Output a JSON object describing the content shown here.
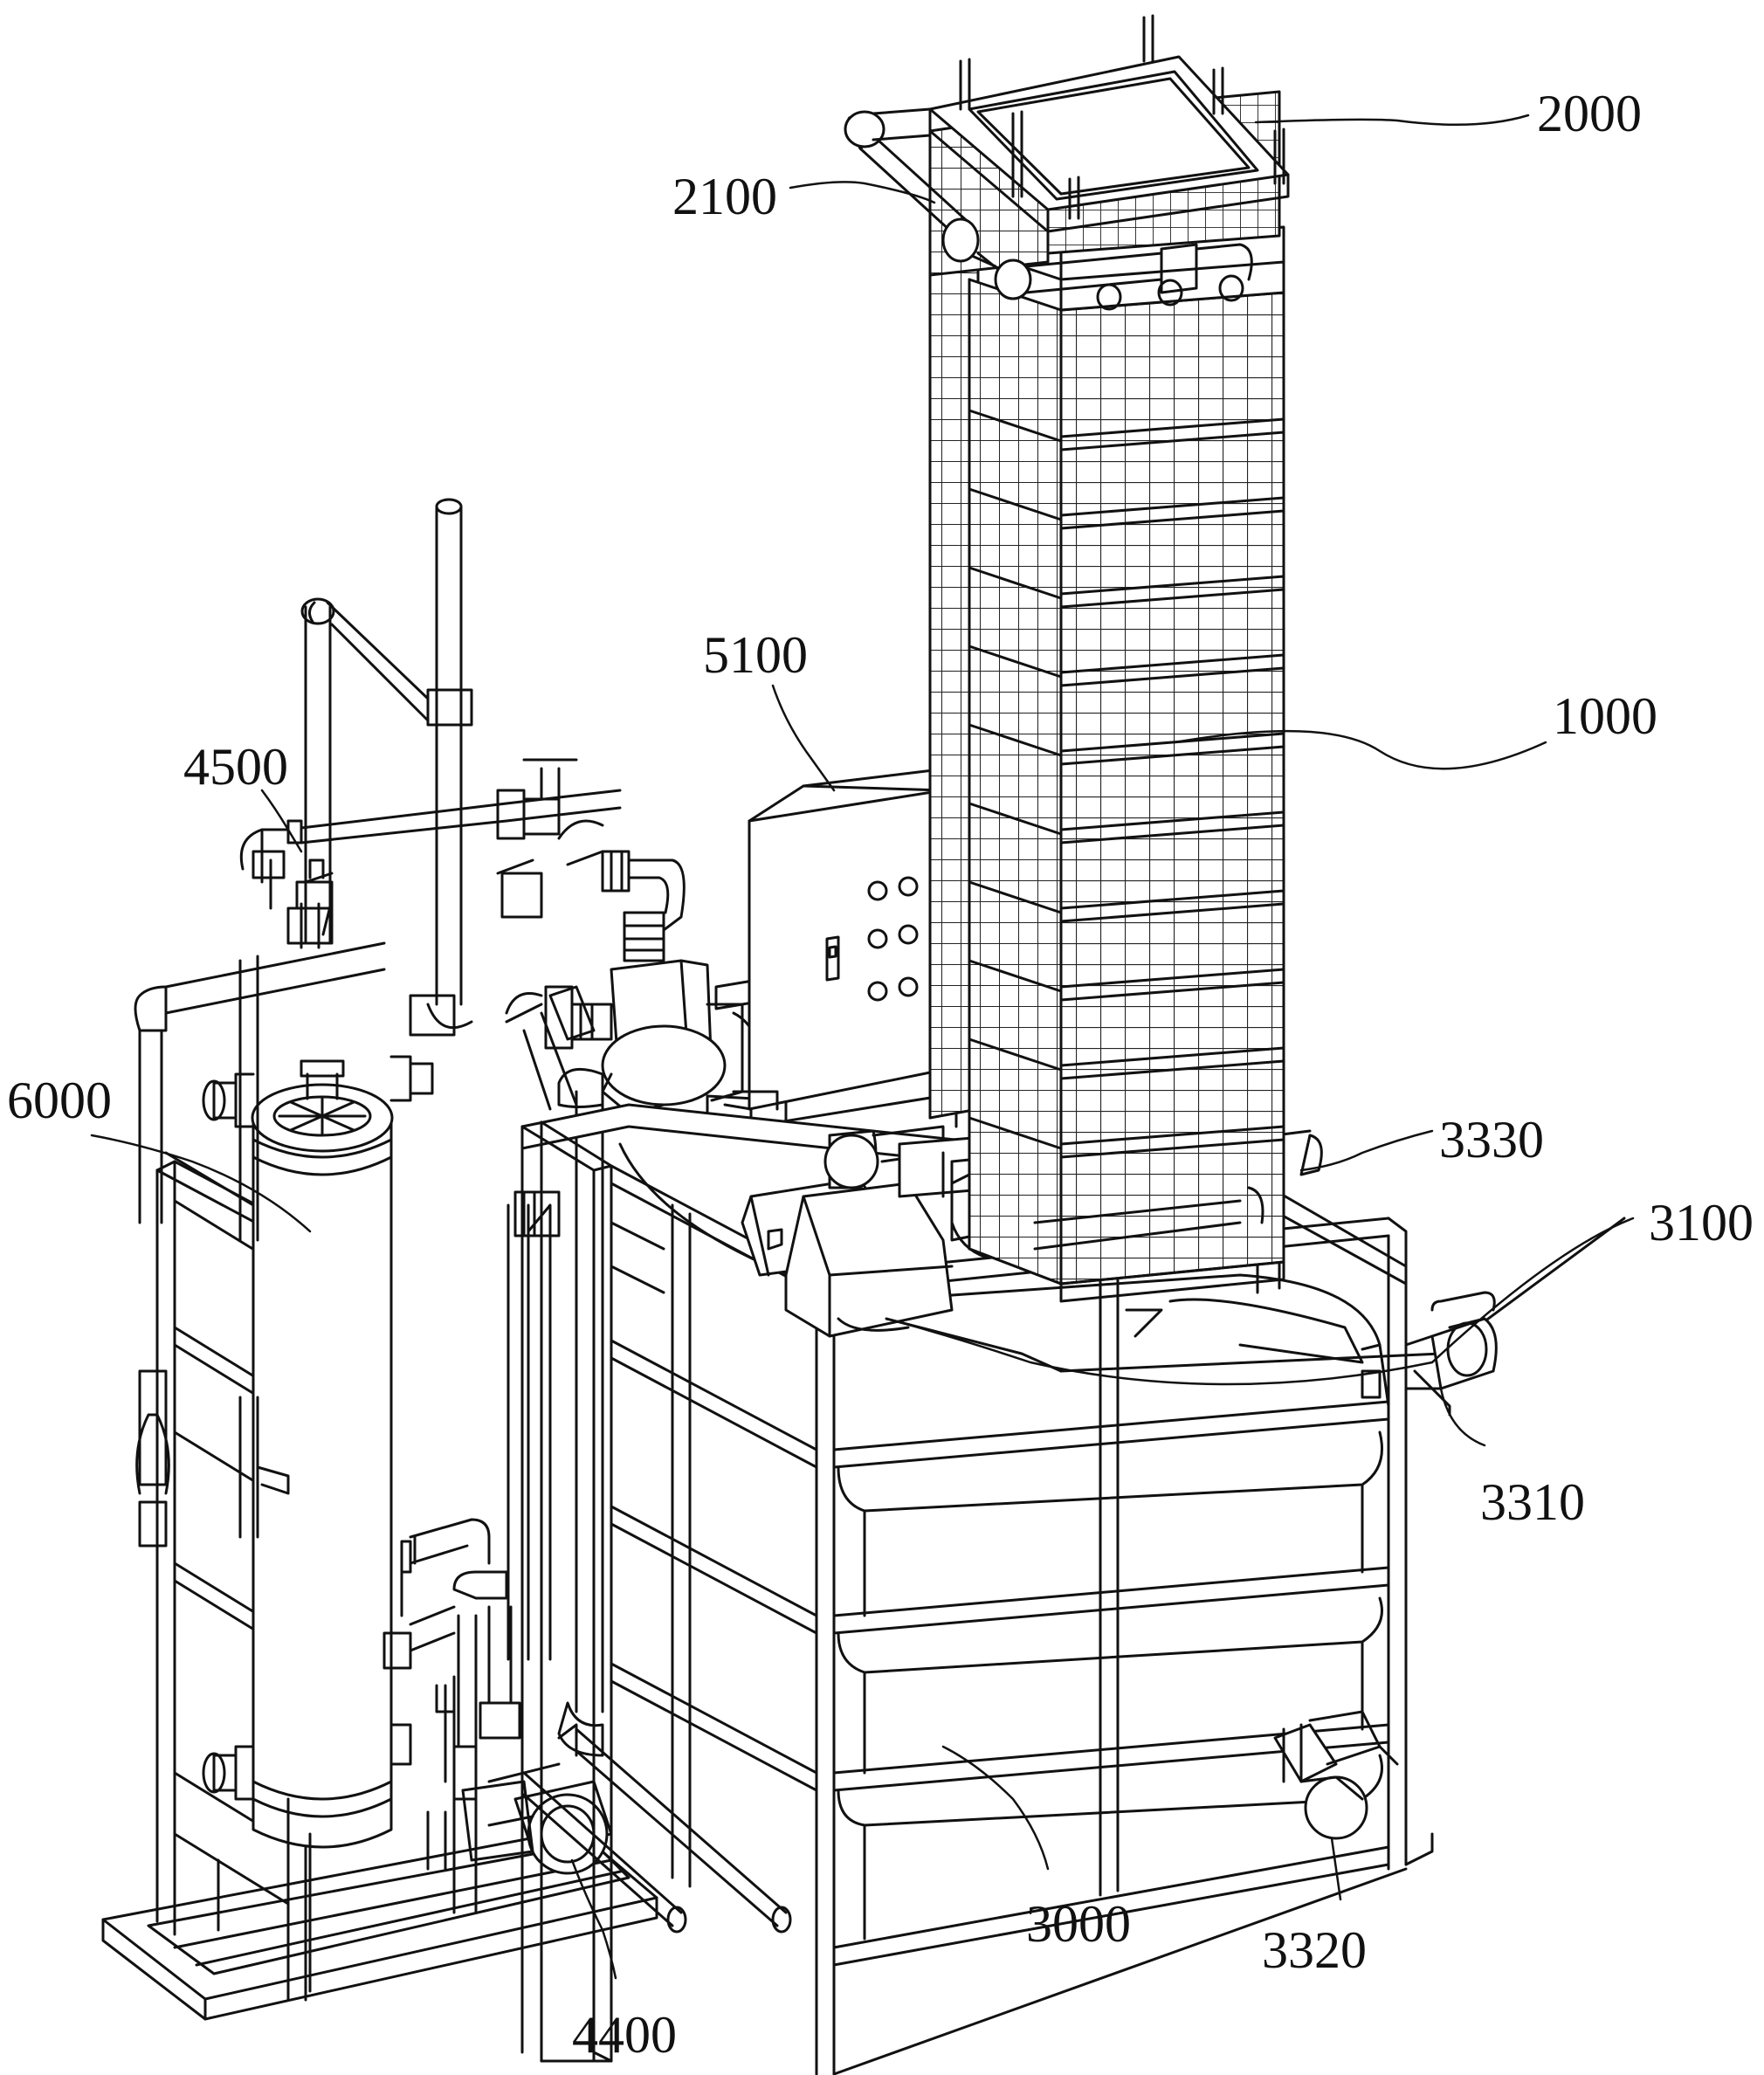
{
  "figure": {
    "line_color": "#111111",
    "background": "#ffffff"
  },
  "labels": {
    "l2000": "2000",
    "l2100": "2100",
    "l5100": "5100",
    "l1000": "1000",
    "l4500": "4500",
    "l6000": "6000",
    "l3330": "3330",
    "l3100": "3100",
    "l3310": "3310",
    "l3000": "3000",
    "l3320": "3320",
    "l4400": "4400"
  }
}
